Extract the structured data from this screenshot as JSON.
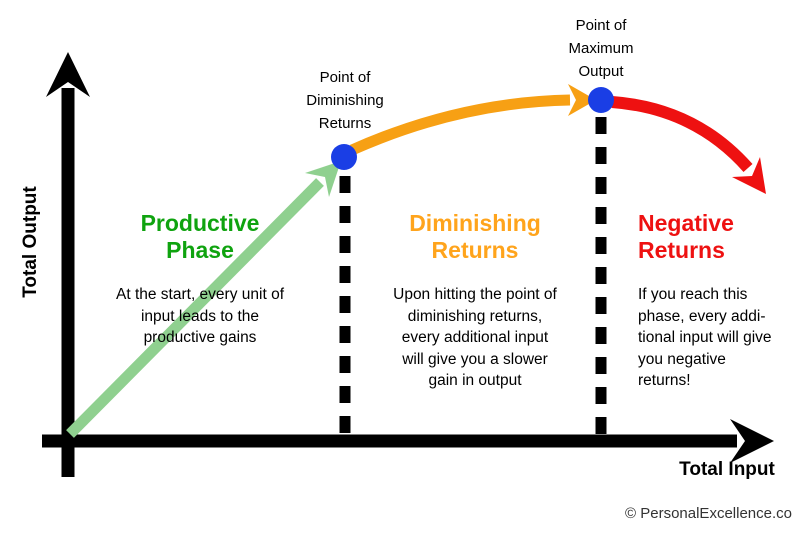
{
  "colors": {
    "axis": "#000000",
    "green_curve": "#8FD08F",
    "green_heading": "#0FA30F",
    "orange_curve": "#F7A014",
    "orange_heading": "#FFA41C",
    "red_curve": "#EE1111",
    "red_heading": "#EE1111",
    "blue_point": "#1A3EE5",
    "copyright_text": "#333333"
  },
  "axes": {
    "y_label": "Total Output",
    "x_label": "Total Input"
  },
  "points": {
    "diminishing": {
      "label": "Point of\nDiminishing\nReturns"
    },
    "maximum": {
      "label": "Point of\nMaximum\nOutput"
    }
  },
  "phases": [
    {
      "title": "Productive\nPhase",
      "description": "At the start, every unit of\ninput leads to the\nproductive gains"
    },
    {
      "title": "Diminishing\nReturns",
      "description": "Upon hitting the point of\ndiminishing returns,\nevery additional input\nwill give you a slower\ngain in output"
    },
    {
      "title": "Negative\nReturns",
      "description": "If you reach this\nphase, every addi-\ntional input will give\nyou negative\nreturns!"
    }
  ],
  "footer": {
    "copyright": "© PersonalExcellence.co"
  }
}
